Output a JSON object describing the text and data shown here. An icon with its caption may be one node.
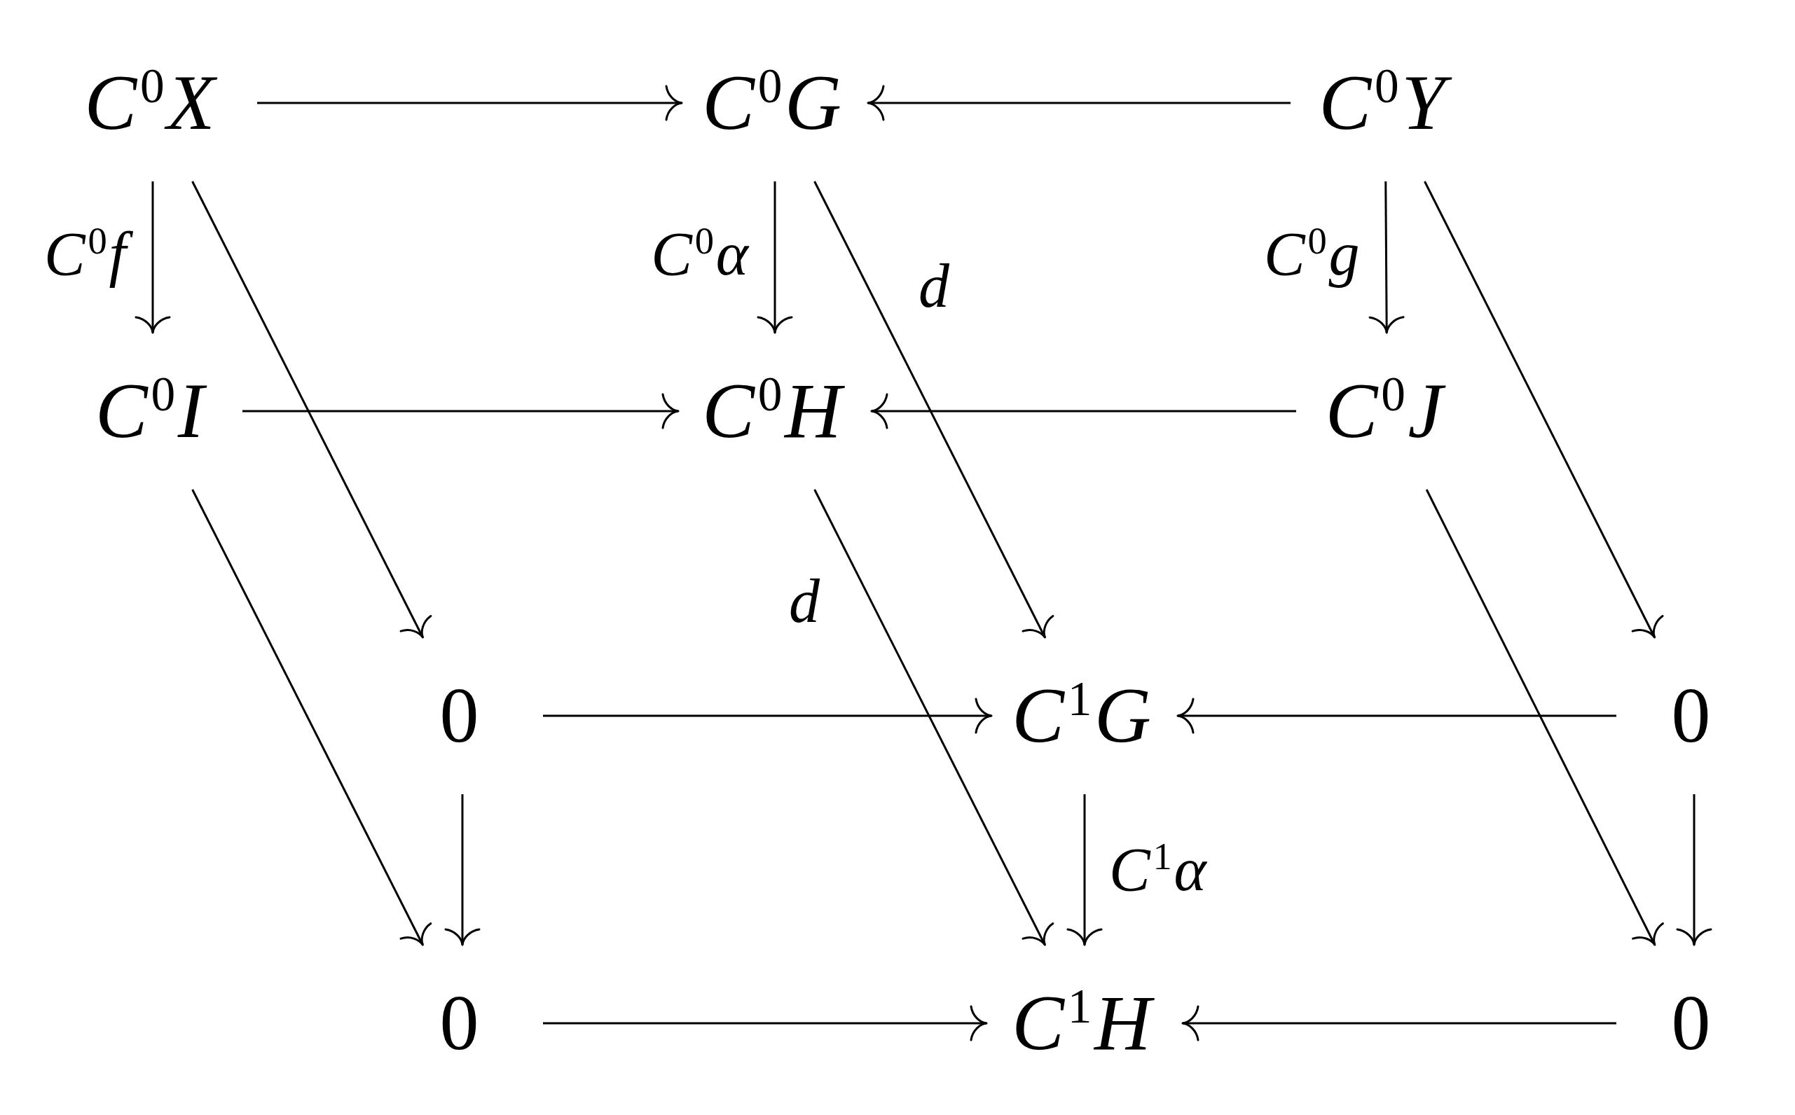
{
  "diagram": {
    "nodes": [
      {
        "text": [
          "*C*$^{0}$*X*"
        ]
      },
      {
        "text": [
          "*C*$^{0}$*G*"
        ]
      },
      {
        "text": [
          "*C*$^{0}$*Y*"
        ]
      },
      {
        "text": [
          "*C*$^{0}$*I*"
        ]
      },
      {
        "text": [
          "*C*$^{0}$*H*"
        ]
      },
      {
        "text": [
          "*C*$^{0}$*J*"
        ]
      },
      {
        "text": [
          "0"
        ]
      },
      {
        "text": [
          "*C*$^{1}$*G*"
        ]
      },
      {
        "text": [
          "0"
        ]
      },
      {
        "text": [
          "0"
        ]
      },
      {
        "text": [
          "*C*$^{1}$*H*"
        ]
      },
      {
        "text": [
          "0"
        ]
      }
    ],
    "edges": [
      {
        "from": 0,
        "to": 1,
        "arrow": "to"
      },
      {
        "from": 2,
        "to": 1,
        "arrow": "to"
      },
      {
        "from": 0,
        "to": 3,
        "arrow": "to",
        "label": "*C*$^{0}$*f*"
      },
      {
        "from": 0,
        "to": 6,
        "arrow": "to"
      },
      {
        "from": 1,
        "to": 4,
        "arrow": "to",
        "label": "*C*$^{0}$*α*"
      },
      {
        "from": 1,
        "to": 7,
        "arrow": "to",
        "label": "*d*"
      },
      {
        "from": 2,
        "to": 5,
        "arrow": "to",
        "label": "*C*$^{0}$*g*"
      },
      {
        "from": 2,
        "to": 8,
        "arrow": "to"
      },
      {
        "from": 3,
        "to": 4,
        "arrow": "to"
      },
      {
        "from": 5,
        "to": 4,
        "arrow": "to"
      },
      {
        "from": 3,
        "to": 9,
        "arrow": "to"
      },
      {
        "from": 4,
        "to": 10,
        "arrow": "to",
        "label": "*d*"
      },
      {
        "from": 5,
        "to": 11,
        "arrow": "to"
      },
      {
        "from": 6,
        "to": 7,
        "arrow": "to"
      },
      {
        "from": 8,
        "to": 7,
        "arrow": "to"
      },
      {
        "from": 6,
        "to": 9,
        "arrow": "to"
      },
      {
        "from": 7,
        "to": 10,
        "arrow": "to",
        "label": "*C*$^{1}$*α*"
      },
      {
        "from": 8,
        "to": 11,
        "arrow": "to"
      },
      {
        "from": 9,
        "to": 10,
        "arrow": "to"
      },
      {
        "from": 11,
        "to": 10,
        "arrow": "to"
      }
    ]
  }
}
